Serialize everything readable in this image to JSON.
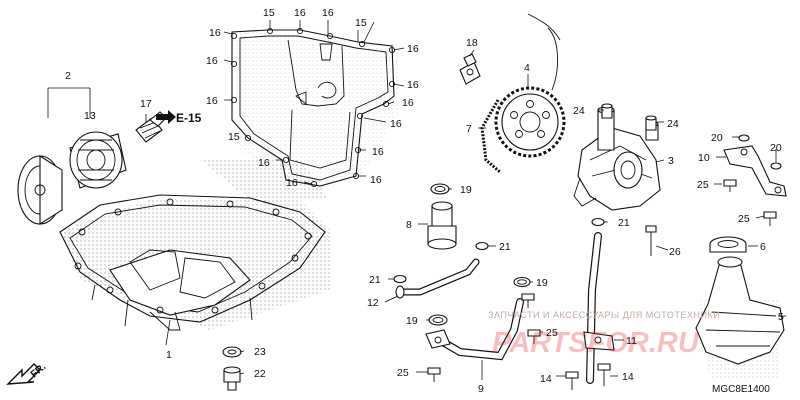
{
  "diagram": {
    "code": "MGC8E1400",
    "reference": "E-15",
    "direction_label": "FR.",
    "watermark": {
      "caption": "ЗАПЧАСТИ И АКСЕССУАРЫ ДЛЯ МОТОТЕХНИКИ",
      "brand": "PARTSFOR.RU",
      "accent": "#e01f26"
    },
    "callouts": [
      "1",
      "2",
      "3",
      "4",
      "5",
      "6",
      "7",
      "8",
      "9",
      "10",
      "11",
      "12",
      "13",
      "14",
      "15",
      "16",
      "17",
      "18",
      "19",
      "20",
      "21",
      "22",
      "23",
      "24",
      "25",
      "26"
    ]
  }
}
